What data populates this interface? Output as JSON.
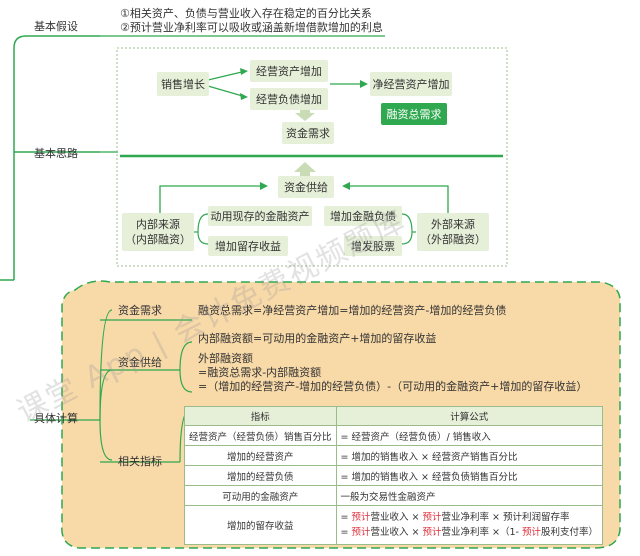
{
  "sections": {
    "assumptions": "基本假设",
    "approach": "基本思路",
    "calculation": "具体计算"
  },
  "assumptions": [
    "①相关资产、负债与营业收入存在稳定的百分比关系",
    "②预计营业净利率可以吸收或涵盖新增借款增加的利息"
  ],
  "flow": {
    "sales_growth": "销售增长",
    "op_assets_up": "经营资产增加",
    "op_liab_up": "经营负债增加",
    "net_op_assets_up": "净经营资产增加",
    "total_financing": "融资总需求",
    "fund_demand": "资金需求",
    "fund_supply": "资金供给",
    "internal_source": "内部来源",
    "internal_financing": "（内部融资）",
    "use_fin_assets": "动用现存的金融资产",
    "add_retained": "增加留存收益",
    "add_fin_liab": "增加金融负债",
    "issue_shares": "增发股票",
    "external_source": "外部来源",
    "external_financing": "（外部融资）"
  },
  "calc": {
    "demand_label": "资金需求",
    "demand_formula": "融资总需求=净经营资产增加=增加的经营资产-增加的经营负债",
    "supply_label": "资金供给",
    "supply_internal": "内部融资额=可动用的金融资产+增加的留存收益",
    "supply_external_title": "外部融资额",
    "supply_external_1": "=融资总需求-内部融资额",
    "supply_external_2": "=（增加的经营资产-增加的经营负债）-（可动用的金融资产+增加的留存收益）",
    "indicators_label": "相关指标"
  },
  "table": {
    "headers": [
      "指标",
      "计算公式"
    ],
    "rows": [
      {
        "name": "经营资产（经营负债）销售百分比",
        "formula": "= 经营资产（经营负债）/ 销售收入"
      },
      {
        "name": "增加的经营资产",
        "formula": "= 增加的销售收入 × 经营资产销售百分比"
      },
      {
        "name": "增加的经营负债",
        "formula": "= 增加的销售收入 × 经营负债销售百分比"
      },
      {
        "name": "可动用的金融资产",
        "formula": "一般为交易性金融资产"
      }
    ],
    "retained": {
      "name": "增加的留存收益",
      "f1_eq": "= ",
      "f1_a": "预计",
      "f1_b": "营业收入 × ",
      "f1_c": "预计",
      "f1_d": "营业净利率 × 预计利润留存率",
      "f2_eq": "= ",
      "f2_a": "预计",
      "f2_b": "营业收入 × ",
      "f2_c": "预计",
      "f2_d": "营业净利率 ×（1- ",
      "f2_e": "预计",
      "f2_f": "股利支付率）"
    }
  },
  "watermark": "课堂 App | 会计免费视频题库",
  "colors": {
    "accent": "#2fa84f",
    "node_bg": "#e6efd8",
    "calc_bg": "#f8d9a8",
    "red": "#e0303b"
  }
}
